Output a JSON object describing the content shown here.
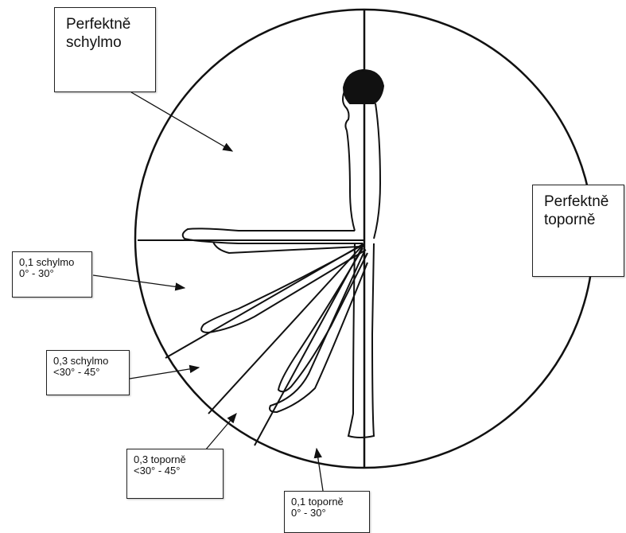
{
  "labels": {
    "perfect_bent": [
      "Perfektně",
      "schylmo"
    ],
    "perfect_straight": [
      "Perfektně",
      "toporně"
    ],
    "bent_01": [
      "0,1 schylmo",
      "0° - 30°"
    ],
    "bent_03": [
      "0,3 schylmo",
      "<30° - 45°"
    ],
    "straight_03": [
      "0,3 toporně",
      "<30° - 45°"
    ],
    "straight_01": [
      "0,1 toporně",
      "0° - 30°"
    ]
  },
  "colors": {
    "line": "#111111",
    "background": "#ffffff"
  }
}
